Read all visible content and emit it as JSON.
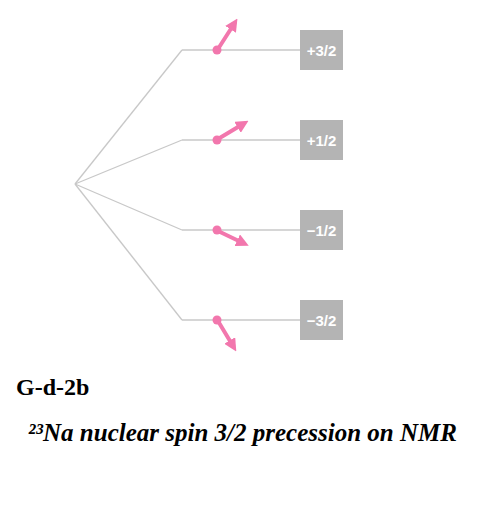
{
  "diagram": {
    "title": "G-d-2b",
    "caption": "²³Na nuclear spin 3/2 precession on NMR",
    "nodes": [
      {
        "text": [
          "+3/2"
        ]
      },
      {
        "text": [
          "+1/2"
        ]
      },
      {
        "text": [
          "−1/2"
        ]
      },
      {
        "text": [
          "−3/2"
        ]
      }
    ]
  }
}
